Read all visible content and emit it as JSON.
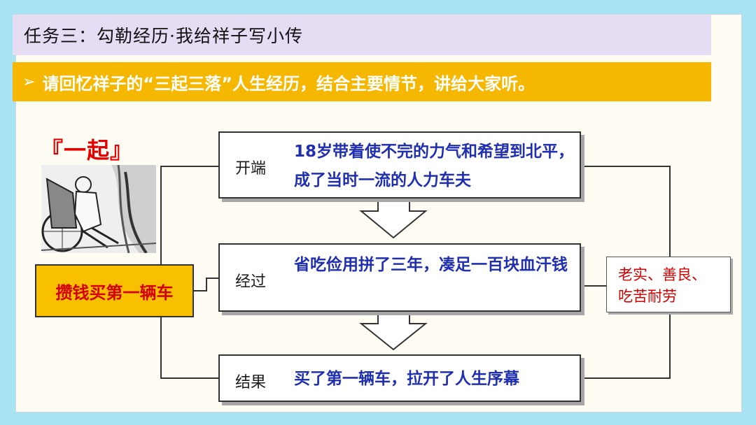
{
  "task": {
    "title": "任务三：勾勒经历·我给祥子写小传"
  },
  "prompt": {
    "icon": "arrow-right-icon",
    "text": "请回忆祥子的“三起三落”人生经历，结合主要情节，讲给大家听。"
  },
  "stage": {
    "title": "『一起』"
  },
  "illustration": {
    "icon": "rickshaw-puller-sketch"
  },
  "summary": {
    "text": "攒钱买第一辆车"
  },
  "flow": [
    {
      "label": "开端",
      "text": "18岁带着使不完的力气和希望到北平，成了当时一流的人力车夫"
    },
    {
      "label": "经过",
      "text": "省吃俭用拼了三年，凑足一百块血汗钱"
    },
    {
      "label": "结果",
      "text": "买了第一辆车，拉开了人生序幕"
    }
  ],
  "traits": {
    "line1": "老实、善良、",
    "line2": "吃苦耐劳"
  },
  "colors": {
    "background": "#a7e3f2",
    "task_bar": "#e6dcf4",
    "prompt_bar": "#f5b700",
    "accent_red": "#e50000",
    "flow_text": "#1f2fb0"
  }
}
